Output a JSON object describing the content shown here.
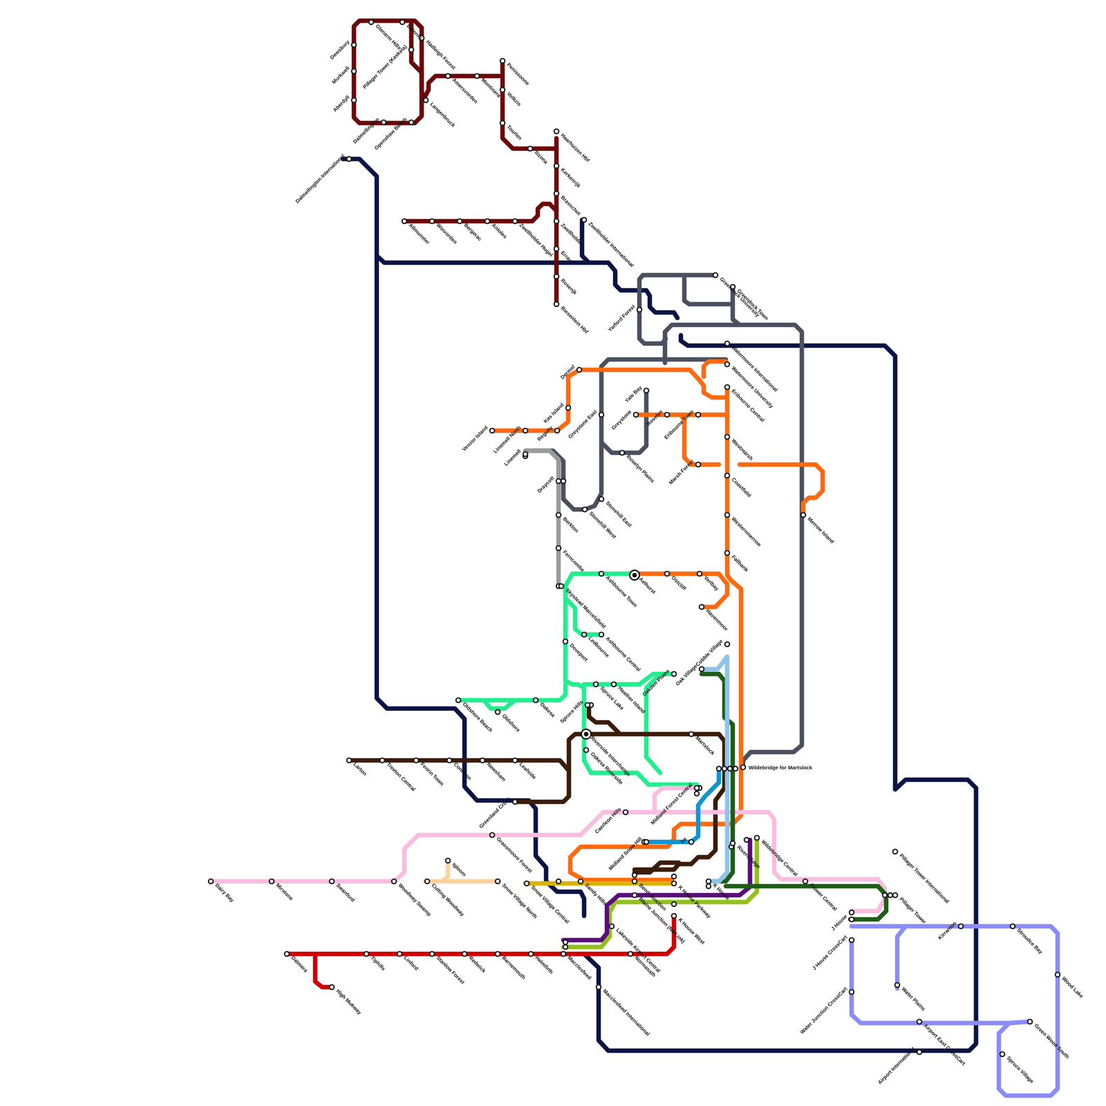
{
  "colors": {
    "navy": "#0b1442",
    "maroon": "#6b0a0a",
    "slate": "#4b5060",
    "orange": "#ff6a10",
    "mint": "#23ee8f",
    "grey": "#9a9a9a",
    "brown": "#3b1c08",
    "pink": "#f9bde0",
    "peach": "#ffd2a0",
    "mustard": "#d9b206",
    "lime": "#93c01f",
    "purple": "#5a0f78",
    "darkgreen": "#1f5c16",
    "lightblue": "#8cc4ea",
    "cyan": "#0f94d4",
    "red": "#d00000",
    "periwinkle": "#8c8cf8"
  },
  "stations": [
    {
      "name": "Balerno",
      "t": "Balerno"
    },
    {
      "name": "Glenarm Hills",
      "t": "Glenarm Hills"
    },
    {
      "name": "Hadleigh Forest",
      "t": "Hadleigh Forest"
    },
    {
      "name": "Dewsbury",
      "t": "Dewsbury"
    },
    {
      "name": "Murkwell",
      "t": "Murkwell"
    },
    {
      "name": "Aberdyll",
      "t": "Aberdyll"
    },
    {
      "name": "Pillager Tower (Kaskela)",
      "t": "Pillager Tower (Kaskela)"
    },
    {
      "name": "Dalmellington",
      "t": "Dalmellington"
    },
    {
      "name": "Openshaw Beach",
      "t": "Openshaw Beach"
    },
    {
      "name": "Langenbruck",
      "t": "Langenbruck"
    },
    {
      "name": "Amersvorden",
      "t": "Amersvorden"
    },
    {
      "name": "Montinera",
      "t": "Montinera"
    },
    {
      "name": "Penissonne",
      "t": "Penissonne"
    },
    {
      "name": "Volkzis",
      "t": "Volkzis"
    },
    {
      "name": "Tourlen",
      "t": "Tourlen"
    },
    {
      "name": "Ilizona",
      "t": "Ilizona"
    },
    {
      "name": "Haarhuizen Hbf",
      "t": "Haarhuizen Hbf"
    },
    {
      "name": "Kerkenrijk",
      "t": "Kerkenrijk"
    },
    {
      "name": "Brasschot",
      "t": "Brasschot"
    },
    {
      "name": "Zwellholder",
      "t": "Zwellholder"
    },
    {
      "name": "Errau",
      "t": "Errau"
    },
    {
      "name": "Rosenjk",
      "t": "Rosenjk"
    },
    {
      "name": "Biesenlein Hbf",
      "t": "Biesenlein Hbf"
    },
    {
      "name": "Dalmellington International",
      "t": "Dalmellington International"
    },
    {
      "name": "Allmunster",
      "t": "Allmunster"
    },
    {
      "name": "Winvorden",
      "t": "Winvorden"
    },
    {
      "name": "Bergerac",
      "t": "Bergerac"
    },
    {
      "name": "Antoles",
      "t": "Antoles"
    },
    {
      "name": "Zwellholder Hugel",
      "t": "Zwellholder Hugel"
    },
    {
      "name": "Zwellholder International",
      "t": "Zwellholder International"
    },
    {
      "name": "Greendock University",
      "t": "Greendock University"
    },
    {
      "name": "Greendock Town",
      "t": "Greendock Town"
    },
    {
      "name": "Yarford Forest",
      "t": "Yarford Forest"
    },
    {
      "name": "Watermoore International",
      "t": "Watermoore International"
    },
    {
      "name": "Watermoore University",
      "t": "Watermoore University"
    },
    {
      "name": "Dermel",
      "t": "Dermel"
    },
    {
      "name": "Greystone East",
      "t": "Greystone East"
    },
    {
      "name": "Yale Bay",
      "t": "Yale Bay"
    },
    {
      "name": "Roselyn",
      "t": "Roselyn"
    },
    {
      "name": "Eribourne Town",
      "t": "Eribourne Town"
    },
    {
      "name": "Eribourne Central",
      "t": "Eribourne Central"
    },
    {
      "name": "Kas Island",
      "t": "Kas Island"
    },
    {
      "name": "Greystone",
      "t": "Greystone"
    },
    {
      "name": "Venzor Island",
      "t": "Venzor Island"
    },
    {
      "name": "Linemell North",
      "t": "Linemell North"
    },
    {
      "name": "Reguity",
      "t": "Reguity"
    },
    {
      "name": "Westmarsh",
      "t": "Westmarsh"
    },
    {
      "name": "Linemell",
      "t": "Linemell"
    },
    {
      "name": "Roselyn Plains",
      "t": "Roselyn Plains"
    },
    {
      "name": "Marsh Forest",
      "t": "Marsh Forest"
    },
    {
      "name": "Coastfield",
      "t": "Coastfield"
    },
    {
      "name": "Draycott",
      "t": "Draycott"
    },
    {
      "name": "Stonehill East",
      "t": "Stonehill East"
    },
    {
      "name": "Stonehill West",
      "t": "Stonehill West"
    },
    {
      "name": "Westernmerrow",
      "t": "Westernmerrow"
    },
    {
      "name": "Merrow Island",
      "t": "Merrow Island"
    },
    {
      "name": "Berkton",
      "t": "Berkton"
    },
    {
      "name": "Ferncombe",
      "t": "Ferncombe"
    },
    {
      "name": "Fallbank",
      "t": "Fallbank"
    },
    {
      "name": "Ashbourne Town",
      "t": "Ashbourne Town"
    },
    {
      "name": "Aelhurst",
      "t": "Aelhurst"
    },
    {
      "name": "Ostcliff",
      "t": "Ostcliff"
    },
    {
      "name": "Verlbay",
      "t": "Verlbay"
    },
    {
      "name": "Skystead Marcelsfield",
      "t": "Skystead Marcelsfield"
    },
    {
      "name": "Havenmoor",
      "t": "Havenmoor"
    },
    {
      "name": "Cobble Village",
      "t": "Cobble Village"
    },
    {
      "name": "Ledbourne",
      "t": "Ledbourne"
    },
    {
      "name": "Ashbourne Central",
      "t": "Ashbourne Central"
    },
    {
      "name": "Doveport",
      "t": "Doveport"
    },
    {
      "name": "Oakden Plains",
      "t": "Oakden Plains"
    },
    {
      "name": "Oak Village",
      "t": "Oak Village"
    },
    {
      "name": "Spruce Lake",
      "t": "Spruce Lake"
    },
    {
      "name": "Heather Island",
      "t": "Heather Island"
    },
    {
      "name": "Oldshore Beach",
      "t": "Oldshore Beach"
    },
    {
      "name": "Oakesa",
      "t": "Oakesa"
    },
    {
      "name": "Oldshore",
      "t": "Oldshore"
    },
    {
      "name": "Spruce Hills",
      "t": "Spruce Hills"
    },
    {
      "name": "Riverside Interchange",
      "t": "Riverside Interchange"
    },
    {
      "name": "Oakesa Riverside",
      "t": "Oakesa Riverside"
    },
    {
      "name": "Martslock",
      "t": "Martslock"
    },
    {
      "name": "Wildebridge for Martslock",
      "t": "Wildebridge for Martslock"
    },
    {
      "name": "Larton",
      "t": "Larton"
    },
    {
      "name": "Treeton Central",
      "t": "Treeton Central"
    },
    {
      "name": "Fenrin Town",
      "t": "Fenrin Town"
    },
    {
      "name": "Coniston",
      "t": "Coniston"
    },
    {
      "name": "Newsham",
      "t": "Newsham"
    },
    {
      "name": "Leafside",
      "t": "Leafside"
    },
    {
      "name": "Greenland Cross",
      "t": "Greenland Cross"
    },
    {
      "name": "Midland Forest Central",
      "t": "Midland Forest Central"
    },
    {
      "name": "Caerleon Hills",
      "t": "Caerleon Hills"
    },
    {
      "name": "Rivers Edge",
      "t": "Rivers Edge"
    },
    {
      "name": "Wildebridge Central",
      "t": "Wildebridge Central"
    },
    {
      "name": "Grassmoore Forest",
      "t": "Grassmoore Forest"
    },
    {
      "name": "Pillager Tower International",
      "t": "Pillager Tower International"
    },
    {
      "name": "Midland Snow Hill",
      "t": "Midland Snow Hill"
    },
    {
      "name": "Ire",
      "t": "Ire"
    },
    {
      "name": "Igloom",
      "t": "Igloom"
    },
    {
      "name": "Dairy Bay",
      "t": "Dairy Bay"
    },
    {
      "name": "Mirstone",
      "t": "Mirstone"
    },
    {
      "name": "Swanford",
      "t": "Swanford"
    },
    {
      "name": "Woodway Swamp",
      "t": "Woodway Swamp"
    },
    {
      "name": "Cutting Woodway",
      "t": "Cutting Woodway"
    },
    {
      "name": "Snow Village North",
      "t": "Snow Village North"
    },
    {
      "name": "Snow Village Central",
      "t": "Snow Village Central"
    },
    {
      "name": "Sandy Hills",
      "t": "Sandy Hills"
    },
    {
      "name": "Bend Junction",
      "t": "Bend Junction"
    },
    {
      "name": "Blaine Junction (NetLink)",
      "t": "Blaine Junction (NetLink)"
    },
    {
      "name": "K House Parkway",
      "t": "K House Parkway"
    },
    {
      "name": "K House",
      "t": "K House"
    },
    {
      "name": "Flower Central",
      "t": "Flower Central"
    },
    {
      "name": "Pillager Tower",
      "t": "Pillager Tower"
    },
    {
      "name": "Kirranton",
      "t": "Kirranton"
    },
    {
      "name": "Stroudce Bay",
      "t": "Stroudce Bay"
    },
    {
      "name": "J House",
      "t": "J House"
    },
    {
      "name": "J House CrossCart",
      "t": "J House CrossCart"
    },
    {
      "name": "Water Plains",
      "t": "Water Plains"
    },
    {
      "name": "Wood Lake",
      "t": "Wood Lake"
    },
    {
      "name": "K House West",
      "t": "K House West"
    },
    {
      "name": "Lakeside Airport Central",
      "t": "Lakeside Airport Central"
    },
    {
      "name": "Dalmera",
      "t": "Dalmera"
    },
    {
      "name": "Tiphills",
      "t": "Tiphills"
    },
    {
      "name": "Linford",
      "t": "Linford"
    },
    {
      "name": "Stanlow Forest",
      "t": "Stanlow Forest"
    },
    {
      "name": "Redwick",
      "t": "Redwick"
    },
    {
      "name": "Barnemouth",
      "t": "Barnemouth"
    },
    {
      "name": "Helmfirth",
      "t": "Helmfirth"
    },
    {
      "name": "Macclesfeed",
      "t": "Macclesfeed"
    },
    {
      "name": "Normasath",
      "t": "Normasath"
    },
    {
      "name": "High Mukway",
      "t": "High Mukway"
    },
    {
      "name": "Macclesfeed International",
      "t": "Macclesfeed International"
    },
    {
      "name": "Water Junction CrossCart",
      "t": "Water Junction CrossCart"
    },
    {
      "name": "Airport East CrossCart",
      "t": "Airport East CrossCart"
    },
    {
      "name": "Green Wood South",
      "t": "Green Wood South"
    },
    {
      "name": "Spruce Village",
      "t": "Spruce Village"
    },
    {
      "name": "Airport International",
      "t": "Airport International"
    }
  ]
}
